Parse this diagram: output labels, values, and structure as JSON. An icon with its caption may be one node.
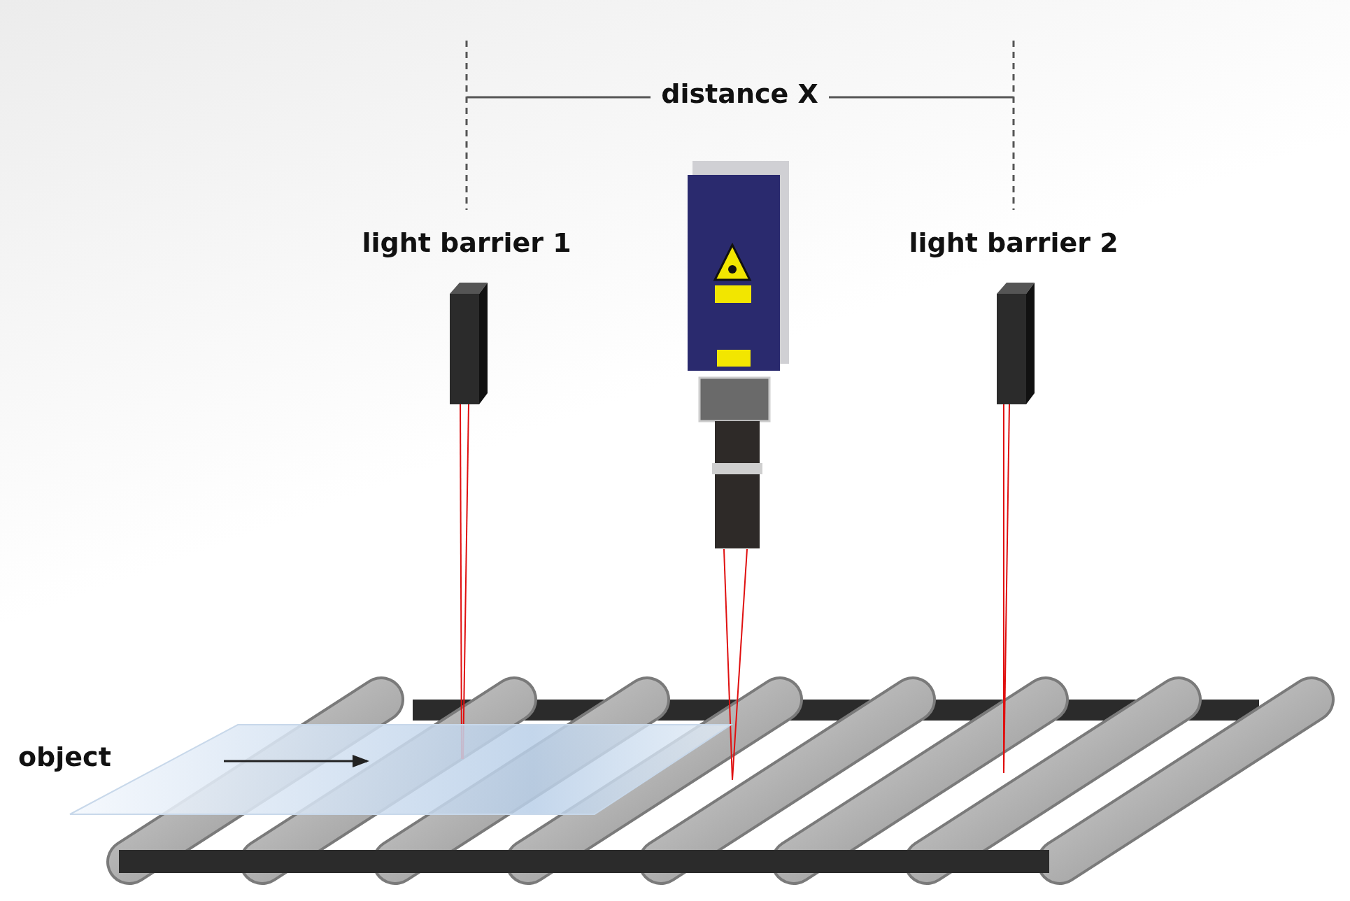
{
  "diagram": {
    "nodes": [
      {
        "text": [
          "light barrier 1"
        ]
      },
      {
        "text": [
          "light barrier 2"
        ]
      },
      {
        "text": [
          "object"
        ]
      }
    ],
    "labels": [
      "distance X"
    ]
  }
}
